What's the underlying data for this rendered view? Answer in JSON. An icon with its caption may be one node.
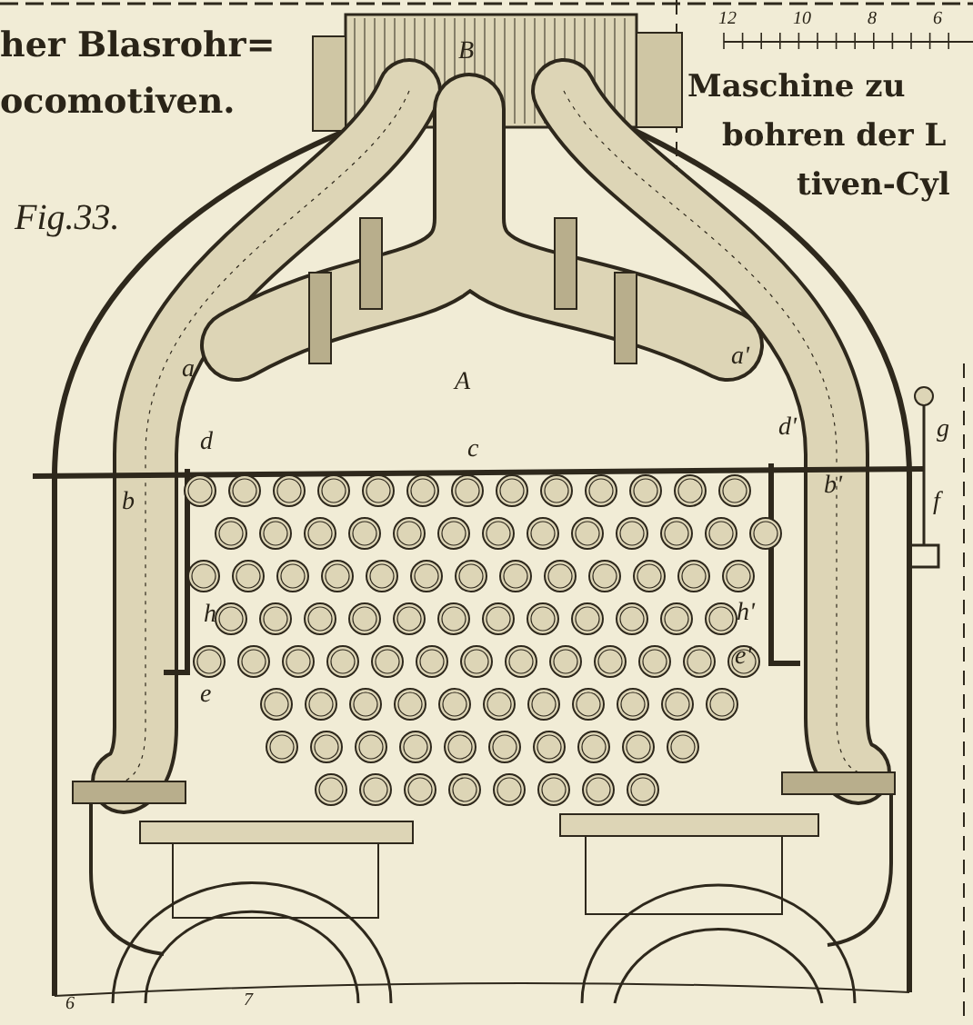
{
  "diagram": {
    "labels": [
      "her Blasrohr=",
      "ocomotiven.",
      "B",
      "Maschine zu",
      "bohren der L",
      "tiven-Cyl",
      "12",
      "10",
      "8",
      "6",
      "Fig.33.",
      "a",
      "A",
      "a'",
      "d",
      "d'",
      "c",
      "g",
      "b",
      "b'",
      "f",
      "h",
      "h'",
      "e",
      "e'",
      "6",
      "7"
    ]
  }
}
